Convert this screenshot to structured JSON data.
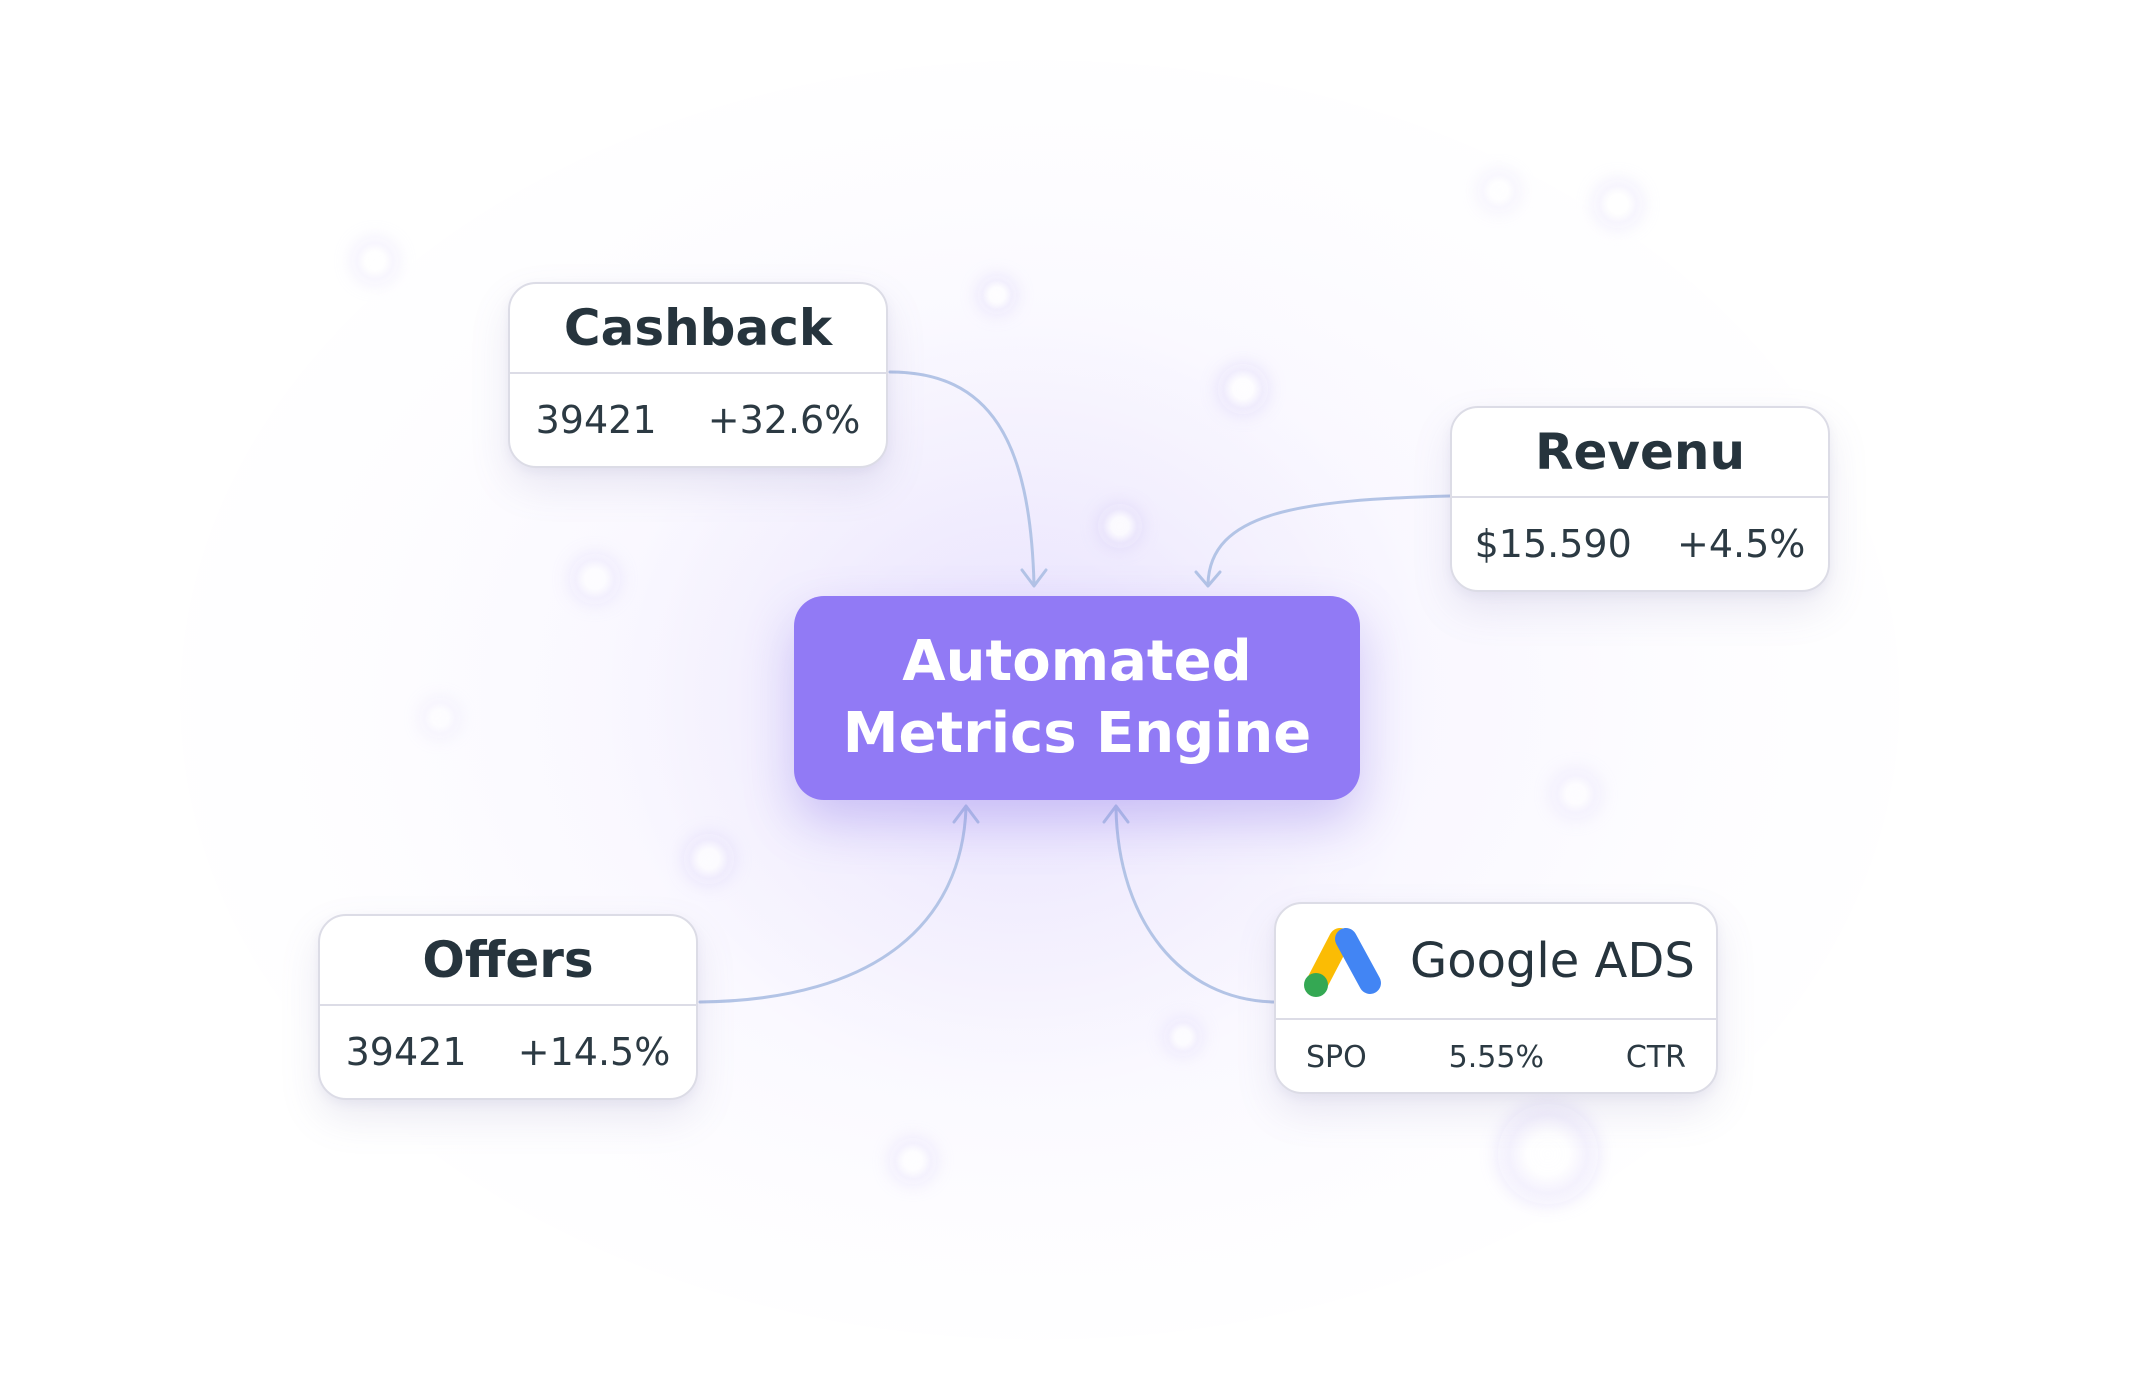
{
  "engine": {
    "label": "Automated Metrics Engine"
  },
  "cards": {
    "cashback": {
      "title": "Cashback",
      "value": "39421",
      "change": "+32.6%"
    },
    "revenue": {
      "title": "Revenu",
      "value": "$15.590",
      "change": "+4.5%"
    },
    "offers": {
      "title": "Offers",
      "value": "39421",
      "change": "+14.5%"
    },
    "google_ads": {
      "title": "Google ADS",
      "icon": "google-ads-logo-icon",
      "stats": [
        "SPO",
        "5.55%",
        "CTR"
      ]
    }
  },
  "colors": {
    "engine_fill": "#917af5",
    "connector": "#b3c4e6",
    "card_border": "#dcdce6",
    "text": "#26343d",
    "google_blue": "#4285f4",
    "google_yellow": "#fbbc04",
    "google_green": "#34a853"
  }
}
